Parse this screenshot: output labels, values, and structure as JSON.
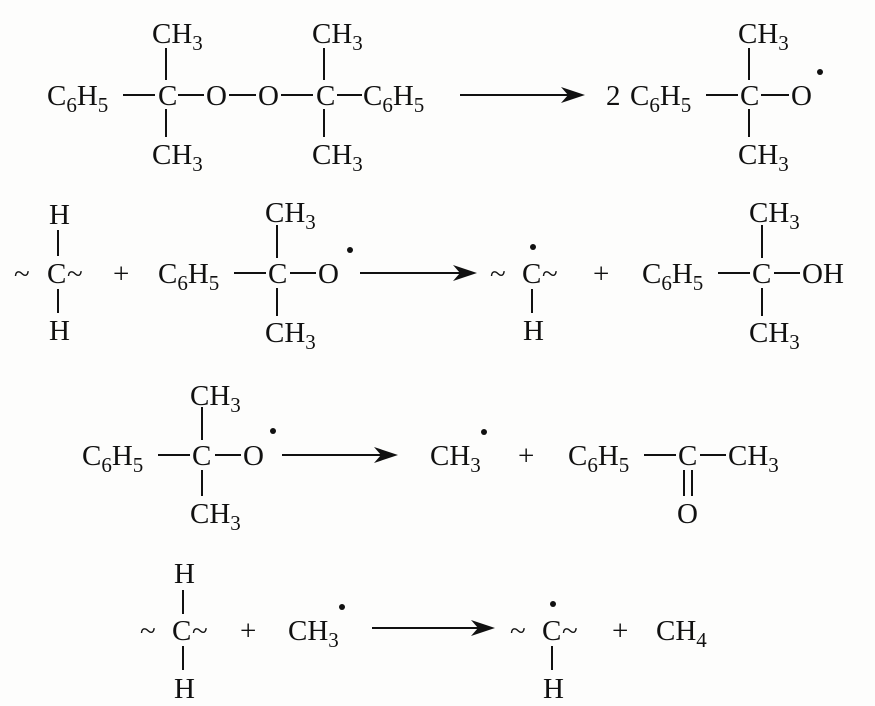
{
  "labels": {
    "ch3": "CH3",
    "c6h5": "C6H5",
    "c": "C",
    "o": "O",
    "h": "H",
    "oh": "OH",
    "ch4": "CH4",
    "plus": "+",
    "two": "2",
    "tilde": "~"
  }
}
